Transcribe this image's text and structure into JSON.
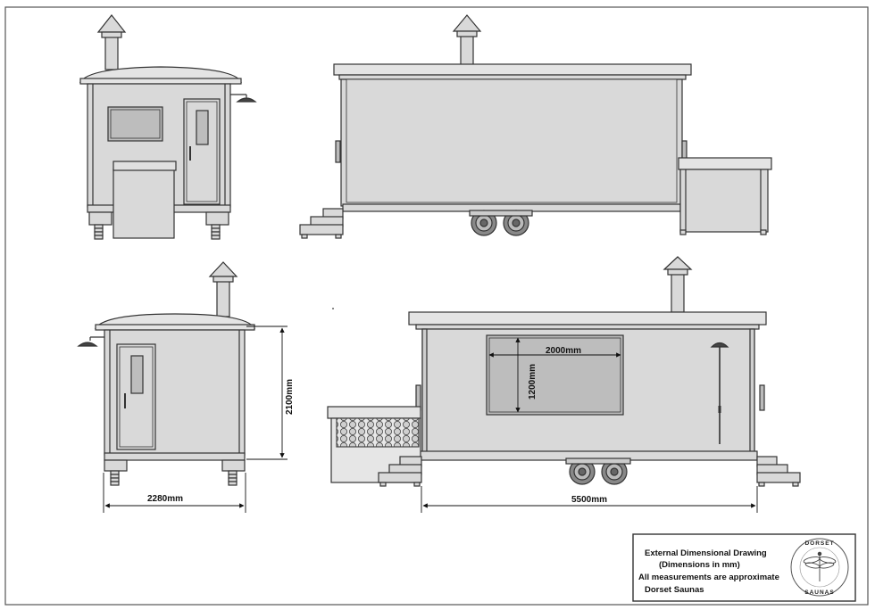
{
  "dimensions": {
    "width_front": "2280mm",
    "height": "2100mm",
    "length": "5500mm",
    "window_width": "2000mm",
    "window_height": "1200mm"
  },
  "title_block": {
    "line1": "External Dimensional Drawing",
    "line2": "(Dimensions in mm)",
    "line3": "All measurements are approximate",
    "line4": "Dorset Saunas"
  },
  "logo": {
    "top_text": "DORSET",
    "bottom_text": "SAUNAS",
    "icon": "dragonfly-icon"
  },
  "colors": {
    "body_fill": "#d9d9d9",
    "roof_fill": "#e4e4e4",
    "window_fill": "#bdbdbd",
    "outline": "#333333"
  }
}
